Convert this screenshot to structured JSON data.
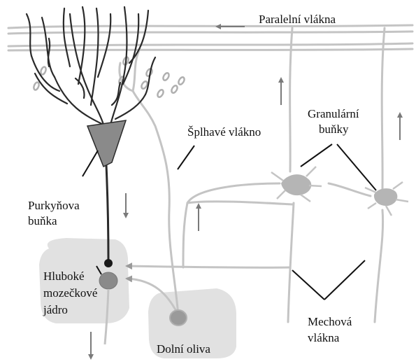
{
  "labels": {
    "parallel_fibers": "Paralelní vlákna",
    "climbing_fiber": "Šplhavé vlákno",
    "granule_cells": [
      "Granulární",
      "buňky"
    ],
    "purkinje_cell": [
      "Purkyňova",
      "buňka"
    ],
    "deep_nuclei": [
      "Hluboké",
      "mozečkové",
      "jádro"
    ],
    "mossy_fibers": [
      "Mechová",
      "vlákna"
    ],
    "inferior_olive": "Dolní oliva"
  },
  "colors": {
    "fiber": "#c4c4c4",
    "dendrite": "#2a2a2a",
    "cell_body": "#8a8a8a",
    "granule_body": "#b5b5b5",
    "region_fill": "#e1e1e1",
    "arrow": "#808080",
    "text": "#111111"
  }
}
